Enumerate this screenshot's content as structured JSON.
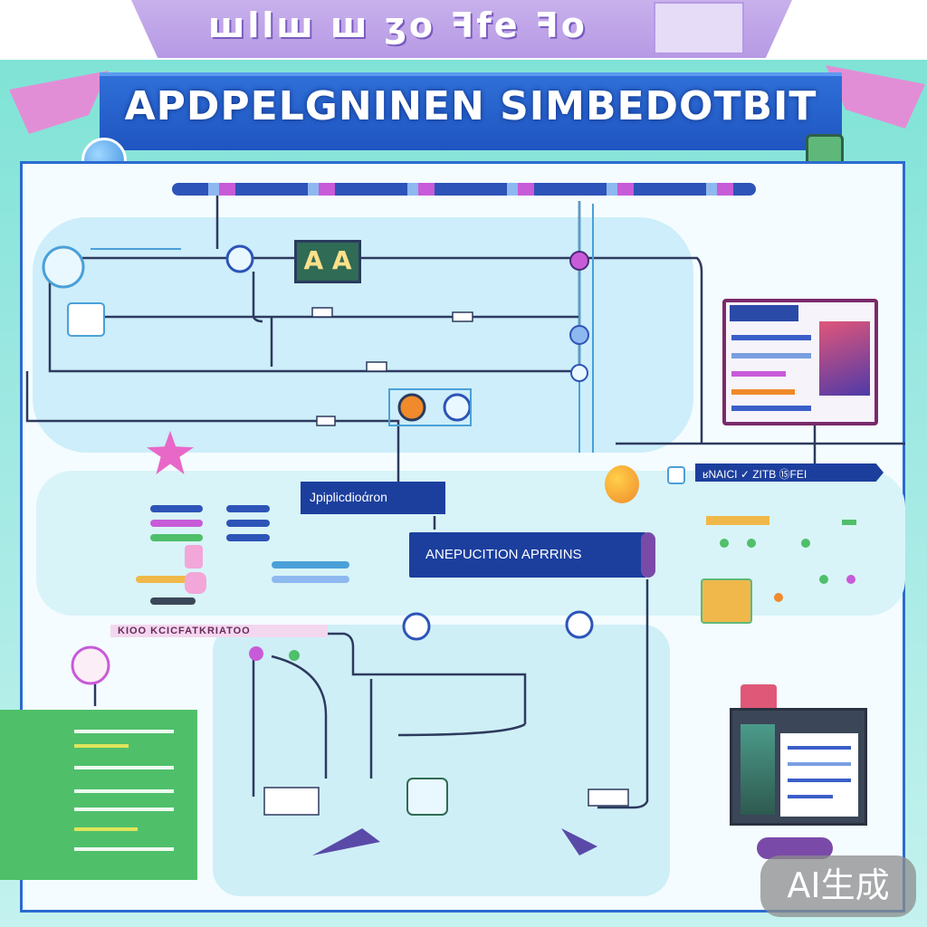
{
  "header": {
    "tab_text": "ꟺllꟺ ꟺ ʒo ꟻfe ꟻo",
    "banner_title": "APDPELGNINEN SIMBEDOTBIT"
  },
  "labels": {
    "application": "Jpiplicdiοάrοn",
    "application_apps": "ANEPUCITION APRRINS",
    "right_arrow": "ʁNAICI ✓ ZIΤB ⑮FΕΙ",
    "left_strip": "KIOO KCICFATKRIATOO"
  },
  "sign": {
    "text": "A A"
  },
  "watermark": {
    "text": "AI生成"
  },
  "colors": {
    "frame": "#9ee8e2",
    "banner": "#1f55c0",
    "panel_border": "#2a6bd0",
    "label_bg": "#1c3f9e",
    "green_panel": "#4fbf6a",
    "accent_pink": "#e868c8"
  }
}
